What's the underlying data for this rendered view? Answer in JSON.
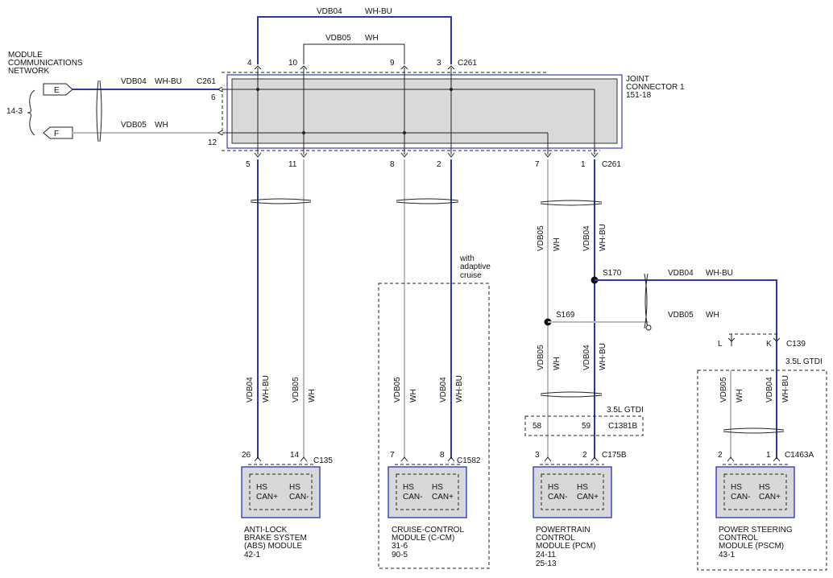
{
  "network": {
    "line1": "MODULE",
    "line2": "COMMUNICATIONS",
    "line3": "NETWORK",
    "ref": "14-3",
    "pin_e": "E",
    "pin_f": "F"
  },
  "joint": {
    "line1": "JOINT",
    "line2": "CONNECTOR 1",
    "ref": "151-18",
    "conn": "C261"
  },
  "circuits": {
    "vdb04": "VDB04",
    "vdb05": "VDB05",
    "whbu": "WH-BU",
    "wh": "WH"
  },
  "pins": {
    "top": [
      "4",
      "10",
      "9",
      "3"
    ],
    "left": [
      "6",
      "12"
    ],
    "bottom": [
      "5",
      "11",
      "8",
      "2",
      "7",
      "1"
    ]
  },
  "splices": {
    "s170": "S170",
    "s169": "S169"
  },
  "notes": {
    "adaptive1": "with",
    "adaptive2": "adaptive",
    "adaptive3": "cruise",
    "gtdi": "3.5L GTDI"
  },
  "inline": {
    "c1381b": "C1381B",
    "pin58": "58",
    "pin59": "59",
    "c139": "C139",
    "pin_l": "L",
    "pin_k": "K"
  },
  "modules": {
    "abs": {
      "conn": "C135",
      "pin_a": "26",
      "pin_b": "14",
      "hs1": "HS",
      "can1": "CAN+",
      "hs2": "HS",
      "can2": "CAN-",
      "n1": "ANTI-LOCK",
      "n2": "BRAKE SYSTEM",
      "n3": "(ABS) MODULE",
      "n4": "42-1"
    },
    "ccm": {
      "conn": "C1582",
      "pin_a": "7",
      "pin_b": "8",
      "hs1": "HS",
      "can1": "CAN-",
      "hs2": "HS",
      "can2": "CAN+",
      "n1": "CRUISE-CONTROL",
      "n2": "MODULE (C-CM)",
      "n3": "31-6",
      "n4": "90-5"
    },
    "pcm": {
      "conn": "C175B",
      "pin_a": "3",
      "pin_b": "2",
      "hs1": "HS",
      "can1": "CAN-",
      "hs2": "HS",
      "can2": "CAN+",
      "n1": "POWERTRAIN",
      "n2": "CONTROL",
      "n3": "MODULE (PCM)",
      "n4": "24-11",
      "n5": "25-13"
    },
    "pscm": {
      "conn": "C1463A",
      "pin_a": "2",
      "pin_b": "1",
      "hs1": "HS",
      "can1": "CAN-",
      "hs2": "HS",
      "can2": "CAN+",
      "n1": "POWER STEERING",
      "n2": "CONTROL",
      "n3": "MODULE (PSCM)",
      "n4": "43-1"
    }
  }
}
